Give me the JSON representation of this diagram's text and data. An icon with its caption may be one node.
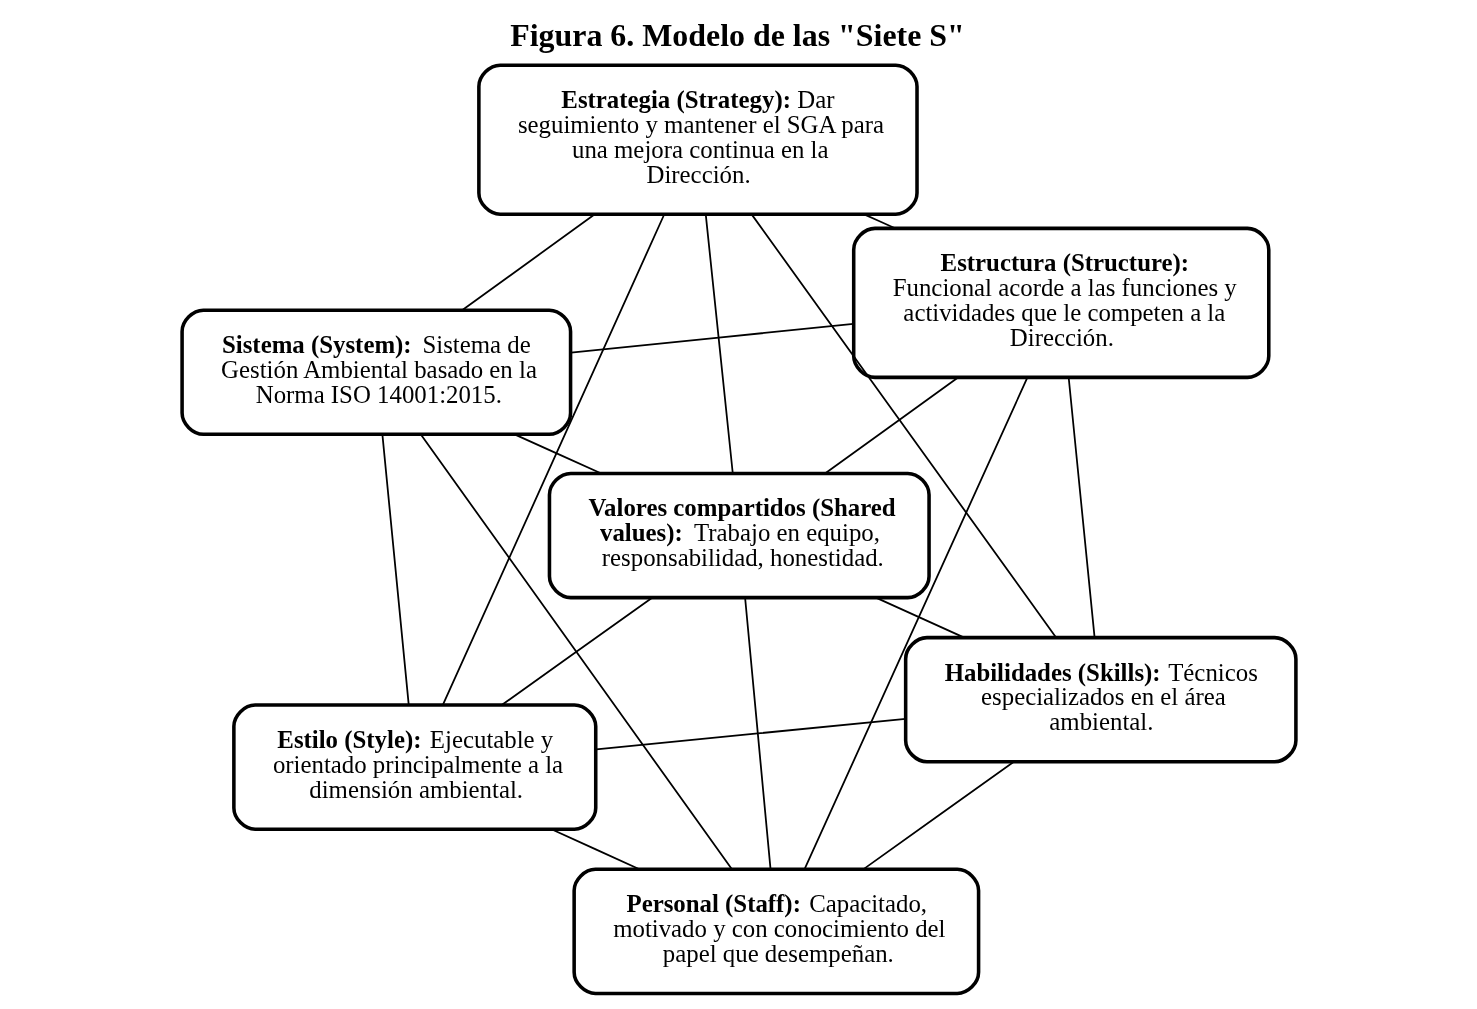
{
  "diagram": {
    "title": "Figura 6. Modelo de las \"Siete S\"",
    "nodes": [
      {
        "text": [
          "**Estrategia (Strategy):** Dar seguimiento y mantener el SGA para una mejora continua en la Dirección."
        ]
      },
      {
        "text": [
          "**Estructura (Structure):** Funcional acorde a las funciones y actividades que le competen a la Dirección."
        ]
      },
      {
        "text": [
          "**Sistema (System):** Sistema de Gestión Ambiental basado en la Norma ISO 14001:2015."
        ]
      },
      {
        "text": [
          "**Valores compartidos (Shared values):** Trabajo en equipo, responsabilidad, honestidad."
        ]
      },
      {
        "text": [
          "**Habilidades (Skills):** Técnicos especializados en el área ambiental."
        ]
      },
      {
        "text": [
          "**Estilo (Style):** Ejecutable y orientado principalmente a la dimensión ambiental."
        ]
      },
      {
        "text": [
          "**Personal (Staff):** Capacitado, motivado y con conocimiento del papel que desempeñan."
        ]
      }
    ],
    "edges": [
      {
        "from": 0,
        "to": 1,
        "arrow": "none"
      },
      {
        "from": 0,
        "to": 2,
        "arrow": "none"
      },
      {
        "from": 1,
        "to": 2,
        "arrow": "none"
      },
      {
        "from": 0,
        "to": 3,
        "arrow": "none"
      },
      {
        "from": 0,
        "to": 4,
        "arrow": "none"
      },
      {
        "from": 0,
        "to": 5,
        "arrow": "none"
      },
      {
        "from": 1,
        "to": 3,
        "arrow": "none"
      },
      {
        "from": 2,
        "to": 3,
        "arrow": "none"
      },
      {
        "from": 1,
        "to": 4,
        "arrow": "none"
      },
      {
        "from": 2,
        "to": 5,
        "arrow": "none"
      },
      {
        "from": 1,
        "to": 6,
        "arrow": "none"
      },
      {
        "from": 2,
        "to": 6,
        "arrow": "none"
      },
      {
        "from": 3,
        "to": 4,
        "arrow": "none"
      },
      {
        "from": 3,
        "to": 5,
        "arrow": "none"
      },
      {
        "from": 3,
        "to": 6,
        "arrow": "none"
      },
      {
        "from": 4,
        "to": 5,
        "arrow": "none"
      },
      {
        "from": 4,
        "to": 6,
        "arrow": "none"
      },
      {
        "from": 5,
        "to": 6,
        "arrow": "none"
      }
    ]
  }
}
